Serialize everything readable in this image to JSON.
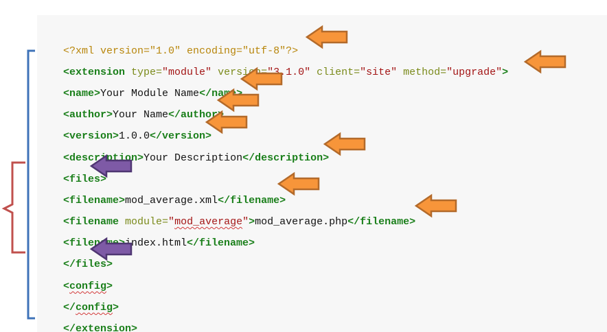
{
  "code": {
    "xml_decl": "<?xml version=\"1.0\" encoding=\"utf-8\"?>",
    "extension_open": {
      "tag_open": "<extension",
      "attr_type": " type=",
      "val_type": "\"module\"",
      "attr_version": " version=",
      "val_version": "\"3.1.0\"",
      "attr_client": " client=",
      "val_client": "\"site\"",
      "attr_method": " method=",
      "val_method": "\"upgrade\"",
      "tag_close": ">"
    },
    "name": {
      "open": "<name>",
      "text": "Your Module Name",
      "close": "</name>"
    },
    "author": {
      "open": "<author>",
      "text": "Your Name",
      "close": "</author>"
    },
    "version": {
      "open": "<version>",
      "text": "1.0.0",
      "close": "</version>"
    },
    "description": {
      "open": "<description>",
      "text": "Your Description",
      "close": "</description>"
    },
    "files_open": "<files>",
    "filename1": {
      "open": "<filename>",
      "text": "mod_average.xml",
      "close": "</filename>"
    },
    "filename2": {
      "open": "<filename",
      "attr": " module=",
      "q1": "\"",
      "val": "mod_average",
      "q2": "\"",
      "gt": ">",
      "text": "mod_average.php",
      "close": "</filename>"
    },
    "filename3": {
      "open": "<filename>",
      "text": "index.html",
      "close": "</filename>"
    },
    "files_close": "</files>",
    "config_open": {
      "lt": "<",
      "name": "config",
      "gt": ">"
    },
    "config_close": {
      "lt": "</",
      "name": "config",
      "gt": ">"
    },
    "extension_close": "</extension>"
  },
  "colors": {
    "orange_arrow": "#f7953a",
    "purple_arrow": "#7e5aa6",
    "blue_bracket": "#3f73b8",
    "red_bracket": "#c0504d"
  }
}
